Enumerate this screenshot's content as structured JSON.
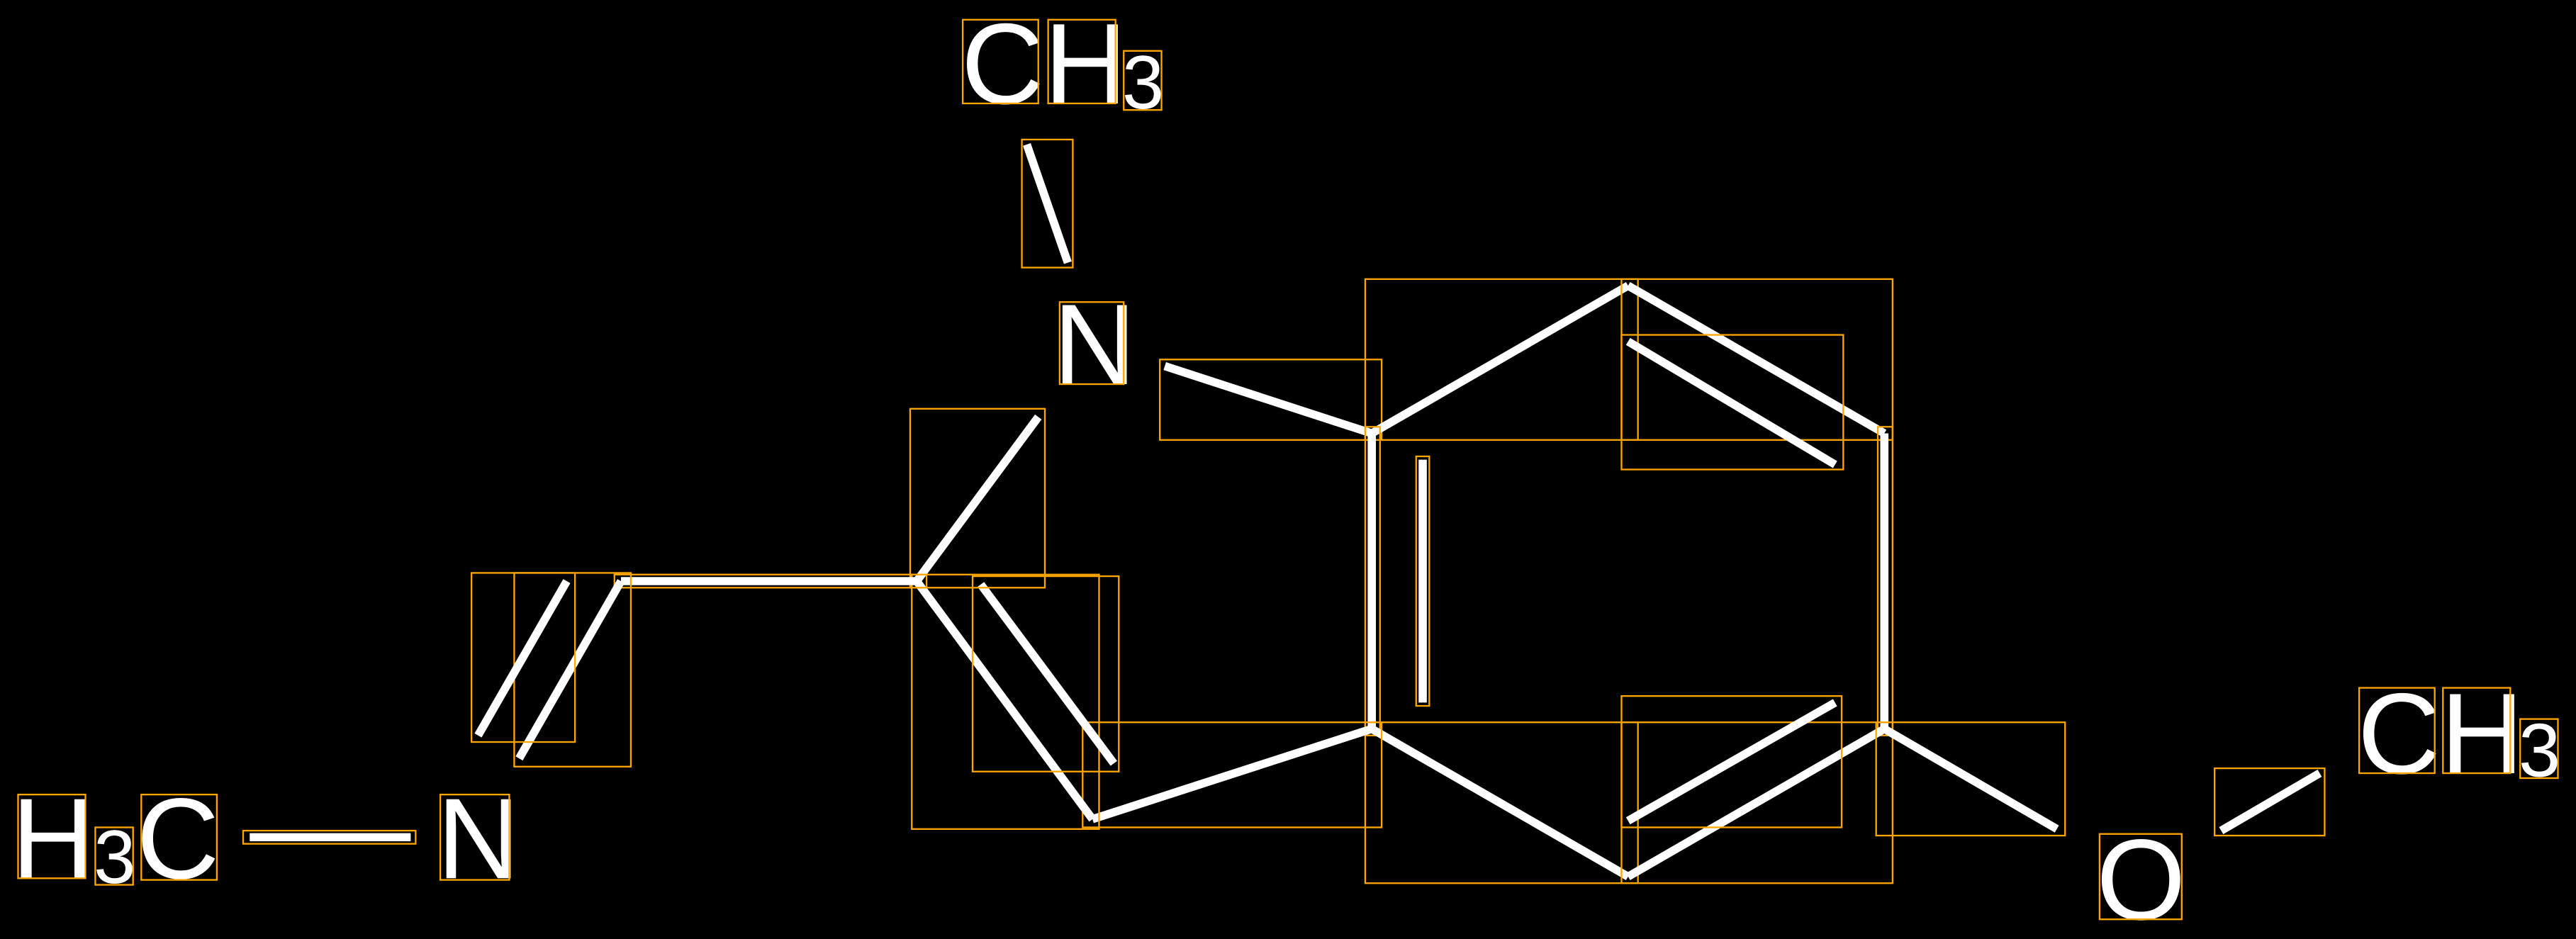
{
  "diagram": {
    "type": "chemical structure with detection boxes",
    "colors": {
      "background": "#000000",
      "bonds": "#FFFFFF",
      "boxes": "#FFA500"
    },
    "atoms": {
      "top_methyl": {
        "main": "CH",
        "sub": "3"
      },
      "top_n": "N",
      "left_methyl": {
        "h": "H",
        "sub": "3",
        "c": "C"
      },
      "left_n": "N",
      "oxygen": "O",
      "right_methyl": {
        "main": "CH",
        "sub": "3"
      }
    }
  }
}
